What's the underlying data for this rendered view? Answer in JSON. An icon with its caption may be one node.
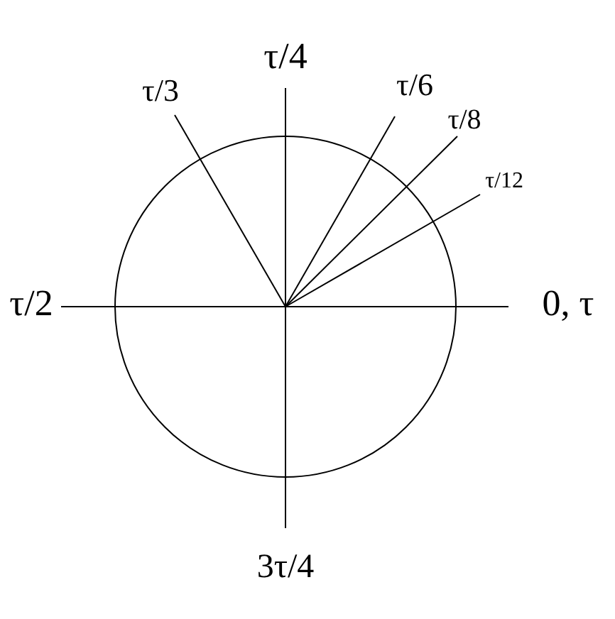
{
  "diagram": {
    "labels": [
      "τ/4",
      "τ/3",
      "τ/6",
      "τ/8",
      "τ/12",
      "τ/2",
      "0, τ",
      "3τ/4"
    ]
  }
}
